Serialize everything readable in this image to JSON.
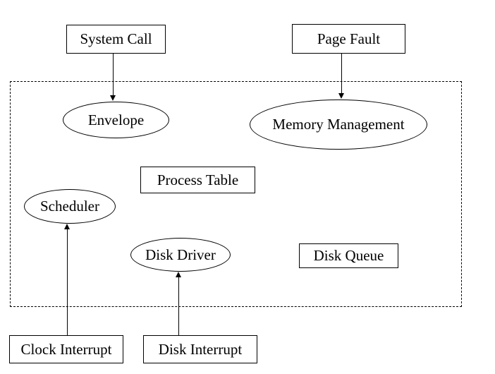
{
  "nodes": {
    "system_call": {
      "label": "System Call",
      "shape": "rect"
    },
    "page_fault": {
      "label": "Page Fault",
      "shape": "rect"
    },
    "envelope": {
      "label": "Envelope",
      "shape": "ellipse"
    },
    "memory_management": {
      "label": "Memory Management",
      "shape": "ellipse"
    },
    "process_table": {
      "label": "Process Table",
      "shape": "rect"
    },
    "scheduler": {
      "label": "Scheduler",
      "shape": "ellipse"
    },
    "disk_driver": {
      "label": "Disk Driver",
      "shape": "ellipse"
    },
    "disk_queue": {
      "label": "Disk Queue",
      "shape": "rect"
    },
    "clock_interrupt": {
      "label": "Clock Interrupt",
      "shape": "rect"
    },
    "disk_interrupt": {
      "label": "Disk Interrupt",
      "shape": "rect"
    }
  },
  "edges": [
    {
      "from": "System Call",
      "to": "Envelope",
      "direction": "down"
    },
    {
      "from": "Page Fault",
      "to": "Memory Management",
      "direction": "down"
    },
    {
      "from": "Clock Interrupt",
      "to": "Scheduler",
      "direction": "up"
    },
    {
      "from": "Disk Interrupt",
      "to": "Disk Driver",
      "direction": "up"
    }
  ],
  "boundary": {
    "style": "dashed",
    "contains": [
      "Envelope",
      "Memory Management",
      "Process Table",
      "Scheduler",
      "Disk Driver",
      "Disk Queue"
    ]
  },
  "colors": {
    "line": "#000000",
    "background": "#ffffff",
    "text": "#000000"
  }
}
